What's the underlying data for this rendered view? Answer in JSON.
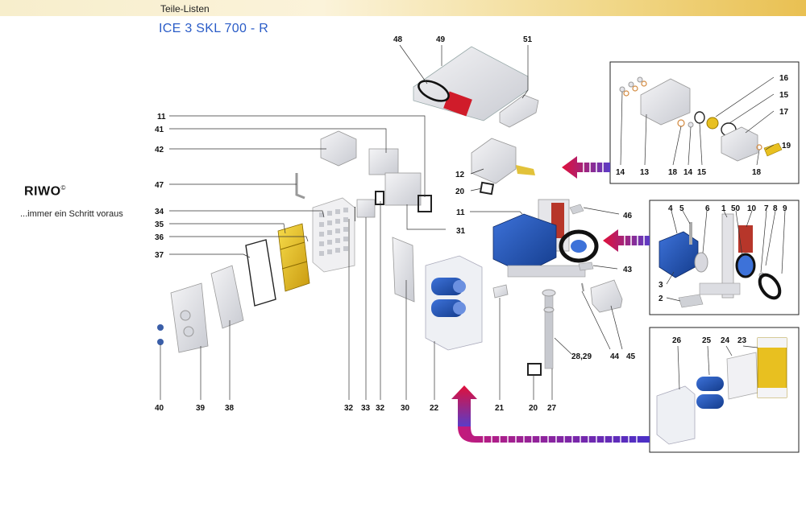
{
  "header": {
    "section_label": "Teile-Listen",
    "title": "ICE 3  SKL 700 - R"
  },
  "brand": {
    "logo_text": "RIWO",
    "registered_mark": "©",
    "slogan": "...immer ein Schritt voraus",
    "colors": {
      "topbar_start": "#f7eecc",
      "topbar_end": "#e9c052",
      "title": "#2a5cc7"
    }
  },
  "diagram": {
    "part_numbers": {
      "p11_a": "11",
      "p41": "41",
      "p42": "42",
      "p47": "47",
      "p34": "34",
      "p35": "35",
      "p36": "36",
      "p37": "37",
      "p48": "48",
      "p49": "49",
      "p51": "51",
      "p31": "31",
      "p12": "12",
      "p20_a": "20",
      "p11_b": "11",
      "p46": "46",
      "p43": "43",
      "p44": "44",
      "p45": "45",
      "p2829": "28,29",
      "p40": "40",
      "p39": "39",
      "p38": "38",
      "p32_a": "32",
      "p33": "33",
      "p32_b": "32",
      "p30": "30",
      "p22": "22",
      "p21": "21",
      "p20_b": "20",
      "p27": "27",
      "d1_16": "16",
      "d1_15_a": "15",
      "d1_17": "17",
      "d1_19": "19",
      "d1_14_a": "14",
      "d1_13": "13",
      "d1_18_a": "18",
      "d1_14_b": "14",
      "d1_15_b": "15",
      "d1_18_b": "18",
      "d2_4": "4",
      "d2_5": "5",
      "d2_6": "6",
      "d2_1": "1",
      "d2_50": "50",
      "d2_10": "10",
      "d2_7": "7",
      "d2_8": "8",
      "d2_9": "9",
      "d2_3": "3",
      "d2_2": "2",
      "d3_26": "26",
      "d3_25": "25",
      "d3_24": "24",
      "d3_23": "23"
    },
    "icons": [
      "red-blue-arrow-icon",
      "riwo-logo-icon"
    ],
    "colors": {
      "motor_blue": "#1f4fa8",
      "filter_yellow": "#e8c020",
      "gasket_dark": "#222222",
      "arrow_red": "#e0103a",
      "arrow_blue": "#5a3cc8"
    }
  }
}
